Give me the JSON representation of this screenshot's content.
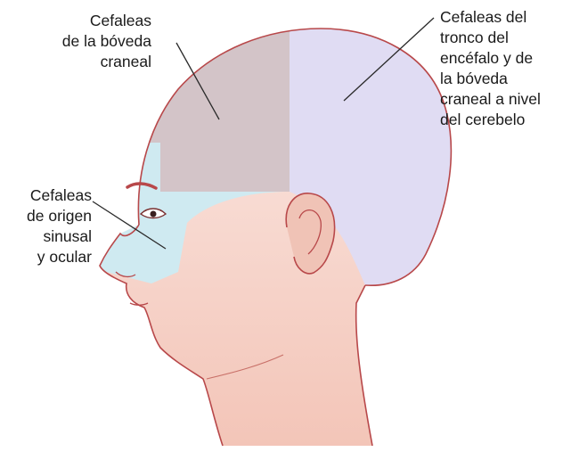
{
  "labels": {
    "vault": [
      "Cefaleas",
      "de la bóveda",
      "craneal"
    ],
    "brainstem": [
      "Cefaleas del",
      "tronco del",
      "encéfalo y de",
      "la bóveda",
      "craneal a nivel",
      "del cerebelo"
    ],
    "sinus": [
      "Cefaleas",
      "de origen",
      "sinusal",
      "y ocular"
    ]
  },
  "colors": {
    "vault_region": "#d3c4c8",
    "brainstem_region": "#e0dcf3",
    "sinus_region": "#cfeaf1",
    "skin": "#f6d2c8",
    "outline": "#b8484a"
  }
}
